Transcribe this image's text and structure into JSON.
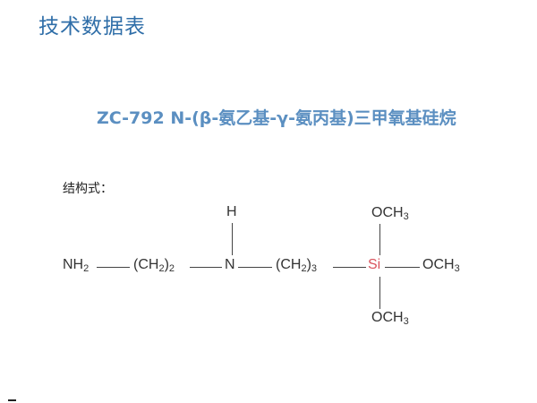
{
  "header": {
    "title": "技术数据表",
    "color": "#2f6ea8"
  },
  "product": {
    "title": "ZC-792 N-(β-氨乙基-γ-氨丙基)三甲氧基硅烷",
    "color": "#5b8fc1"
  },
  "structure": {
    "label": "结构式：",
    "groups": {
      "nh2": "NH",
      "nh2_sub": "2",
      "ch2_a": "(CH",
      "ch2_a_sub1": "2",
      "ch2_a_close": ")",
      "ch2_a_sub2": "2",
      "n": "N",
      "h": "H",
      "ch2_b": "(CH",
      "ch2_b_sub1": "2",
      "ch2_b_close": ")",
      "ch2_b_sub2": "3",
      "si": "Si",
      "och3_top": "OCH",
      "och3_top_sub": "3",
      "och3_right": "OCH",
      "och3_right_sub": "3",
      "och3_bottom": "OCH",
      "och3_bottom_sub": "3"
    },
    "si_color": "#d9535d"
  }
}
